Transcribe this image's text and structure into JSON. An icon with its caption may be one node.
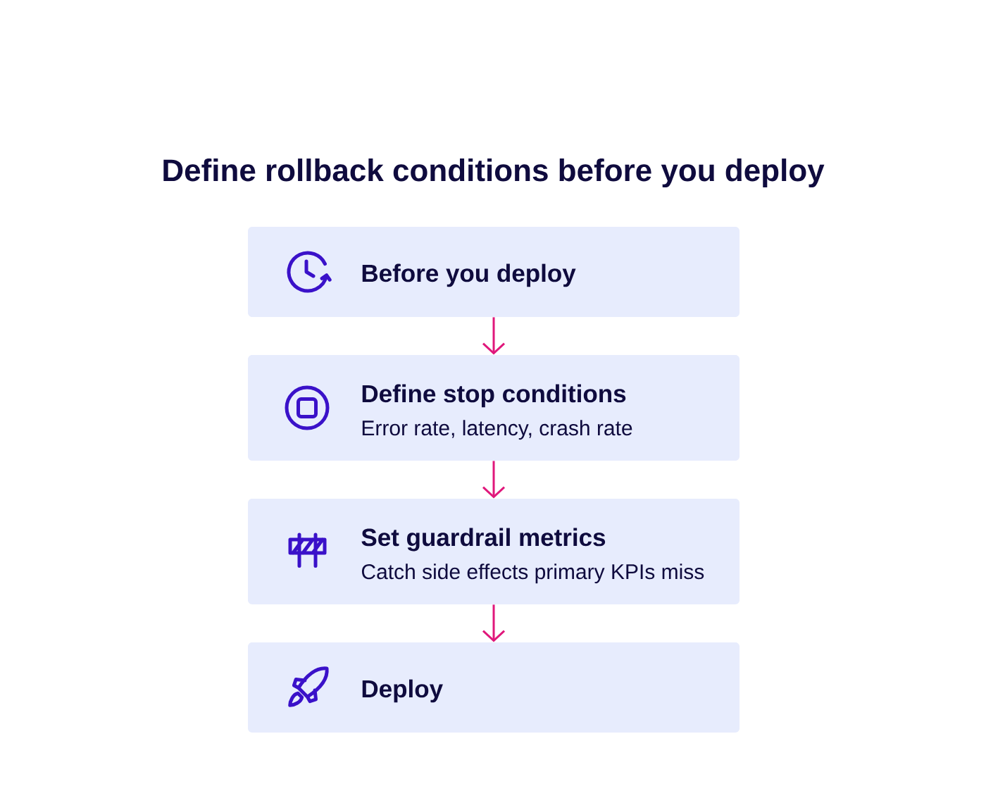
{
  "diagram": {
    "title": "Define rollback conditions before you deploy",
    "nodes": [
      {
        "text": [
          "Before you deploy"
        ]
      },
      {
        "text": [
          "Define stop conditions",
          "Error rate, latency, crash rate"
        ]
      },
      {
        "text": [
          "Set guardrail metrics",
          "Catch side effects primary KPIs miss"
        ]
      },
      {
        "text": [
          "Deploy"
        ]
      }
    ],
    "edges": [
      {
        "from": 0,
        "to": 1,
        "arrow": "to"
      },
      {
        "from": 1,
        "to": 2,
        "arrow": "to"
      },
      {
        "from": 2,
        "to": 3,
        "arrow": "to"
      }
    ]
  }
}
